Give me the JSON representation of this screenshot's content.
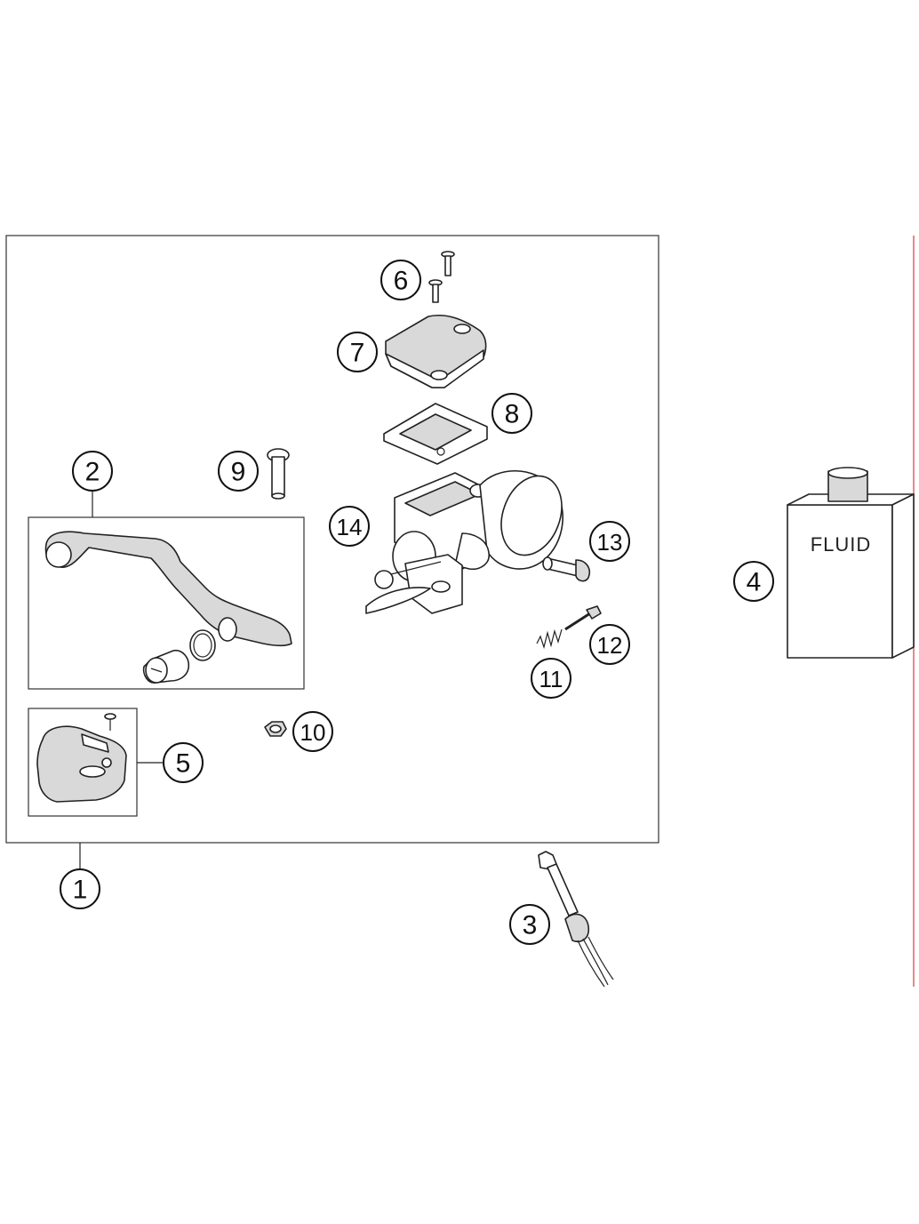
{
  "callouts": [
    "1",
    "2",
    "3",
    "4",
    "5",
    "6",
    "7",
    "8",
    "9",
    "10",
    "11",
    "12",
    "13",
    "14"
  ],
  "fluid_label": "FLUID",
  "colors": {
    "edge_line": "#e06060",
    "part_fill": "#d9d9d9",
    "outline": "#222222"
  }
}
